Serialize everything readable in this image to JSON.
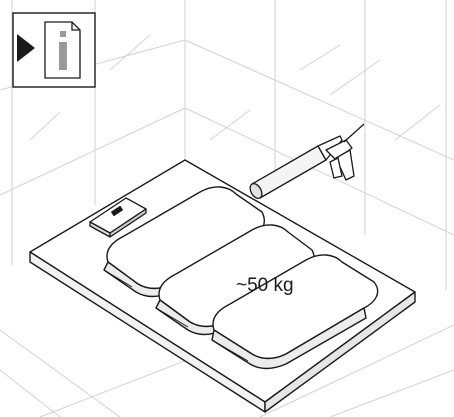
{
  "info_box": {
    "icon": "info-document-icon",
    "pointer": "triangle-pointer"
  },
  "illustration": {
    "weight_label": "~50 kg",
    "objects": [
      "caulking-gun-icon",
      "spirit-level-icon",
      "weight-bag"
    ]
  }
}
